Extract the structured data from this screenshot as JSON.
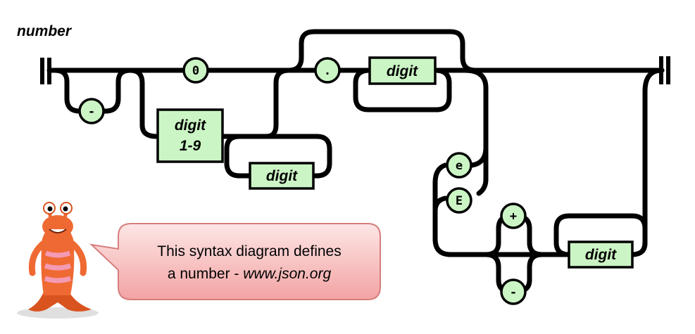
{
  "diagram": {
    "title": "number",
    "terminals": {
      "zero": "0",
      "minus": "-",
      "dot": ".",
      "e_lower": "e",
      "e_upper": "E",
      "plus": "+",
      "minus_exp": "-"
    },
    "nonterminals": {
      "digit_frac": "digit",
      "digit19_line1": "digit",
      "digit19_line2": "1-9",
      "digit_int": "digit",
      "digit_exp": "digit"
    }
  },
  "callout": {
    "line1": "This syntax diagram defines",
    "line2_prefix": "a number - ",
    "line2_link": "www.json.org"
  },
  "colors": {
    "box_fill": "#ccf5c5",
    "bubble_fill_top": "#fde3e3",
    "bubble_fill_bottom": "#f4a9a9",
    "bubble_stroke": "#d67d7d",
    "mascot_body": "#ef6a33"
  }
}
